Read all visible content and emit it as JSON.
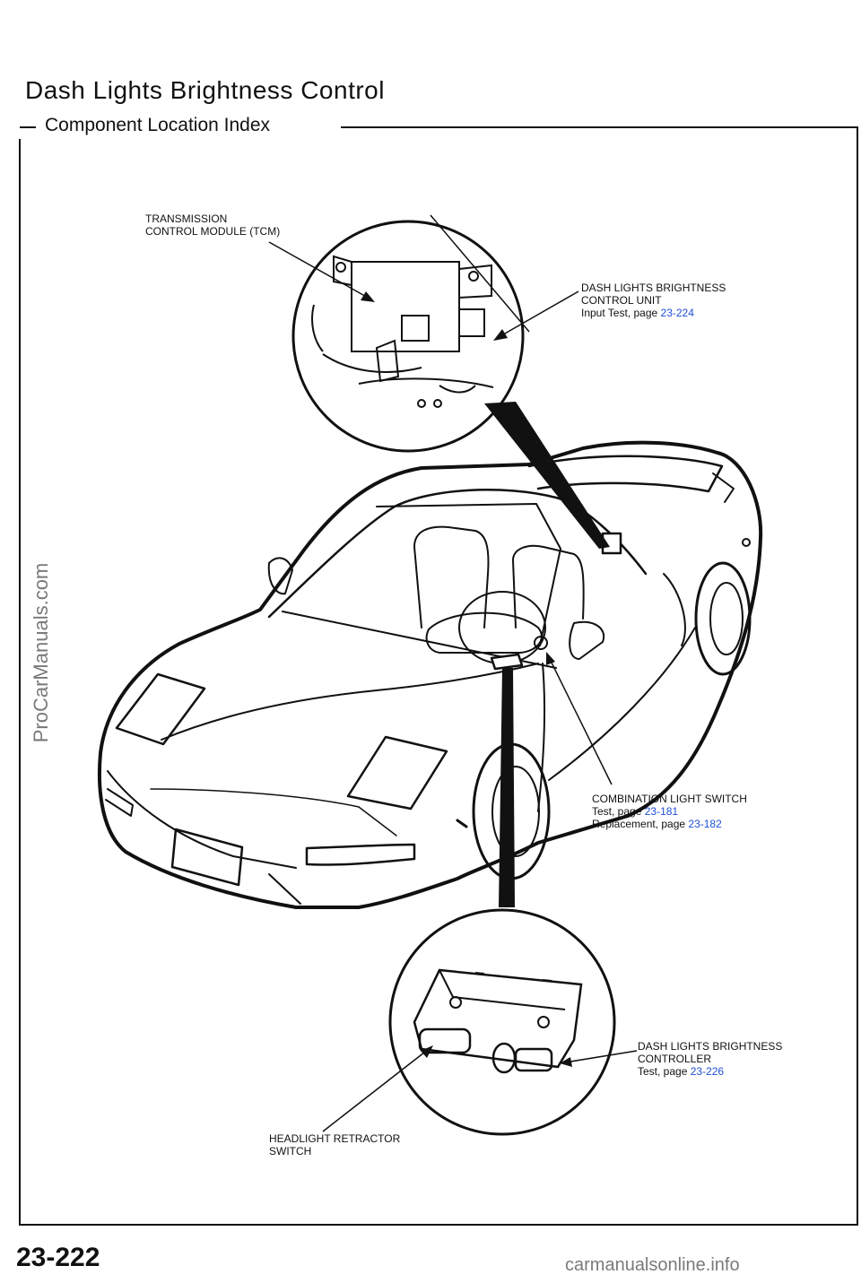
{
  "page": {
    "title": "Dash Lights Brightness Control",
    "subtitle": "Component Location Index",
    "page_number": "23-222"
  },
  "callouts": {
    "tcm": {
      "line1": "TRANSMISSION",
      "line2": "CONTROL MODULE (TCM)"
    },
    "control_unit": {
      "line1": "DASH LIGHTS BRIGHTNESS",
      "line2": "CONTROL UNIT",
      "line3_prefix": "Input Test, page ",
      "line3_ref": "23-224"
    },
    "combination_switch": {
      "line1": "COMBINATION LIGHT SWITCH",
      "line2_prefix": "Test, page ",
      "line2_ref": "23-181",
      "line3_prefix": "Replacement, page ",
      "line3_ref": "23-182"
    },
    "controller": {
      "line1": "DASH LIGHTS BRIGHTNESS",
      "line2": "CONTROLLER",
      "line3_prefix": "Test, page ",
      "line3_ref": "23-226"
    },
    "retractor": {
      "line1": "HEADLIGHT RETRACTOR",
      "line2": "SWITCH"
    }
  },
  "watermarks": {
    "left": "ProCarManuals.com",
    "bottom": "carmanualsonline.info"
  },
  "colors": {
    "link": "#1e4fd8",
    "ink": "#111111",
    "watermark": "#7a7a7a"
  }
}
